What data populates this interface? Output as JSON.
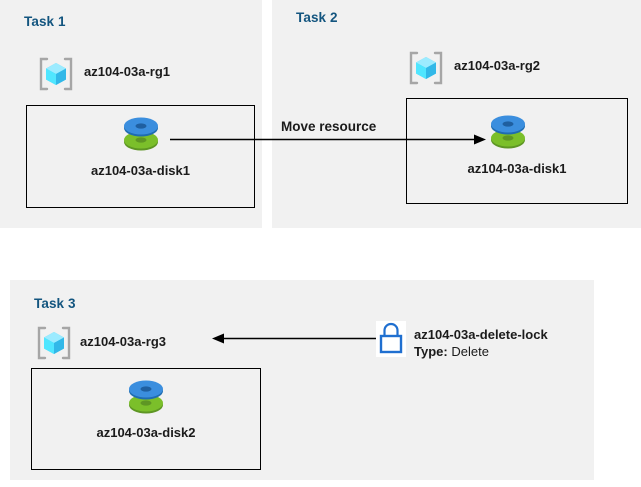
{
  "diagram": {
    "background_color": "#ffffff",
    "panel_color": "#f1f1f1",
    "title_color": "#13557f",
    "text_color": "#1b1b1b",
    "accent_cyan": "#50e6ff",
    "accent_blue": "#0078d4",
    "accent_green": "#7ab800"
  },
  "tasks": [
    {
      "title": "Task 1",
      "resource_group": {
        "label": "az104-03a-rg1",
        "icon": "resource-group-icon"
      },
      "resource": {
        "label": "az104-03a-disk1",
        "icon": "managed-disk-icon"
      }
    },
    {
      "title": "Task 2",
      "resource_group": {
        "label": "az104-03a-rg2",
        "icon": "resource-group-icon"
      },
      "resource": {
        "label": "az104-03a-disk1",
        "icon": "managed-disk-icon"
      }
    },
    {
      "title": "Task 3",
      "resource_group": {
        "label": "az104-03a-rg3",
        "icon": "resource-group-icon"
      },
      "resource": {
        "label": "az104-03a-disk2",
        "icon": "managed-disk-icon"
      }
    }
  ],
  "move_arrow": {
    "caption": "Move resource",
    "direction": "left-to-right"
  },
  "lock": {
    "icon": "padlock-icon",
    "name": "az104-03a-delete-lock",
    "type_label": "Type:",
    "type_value": "Delete",
    "arrow_direction": "right-to-left"
  }
}
